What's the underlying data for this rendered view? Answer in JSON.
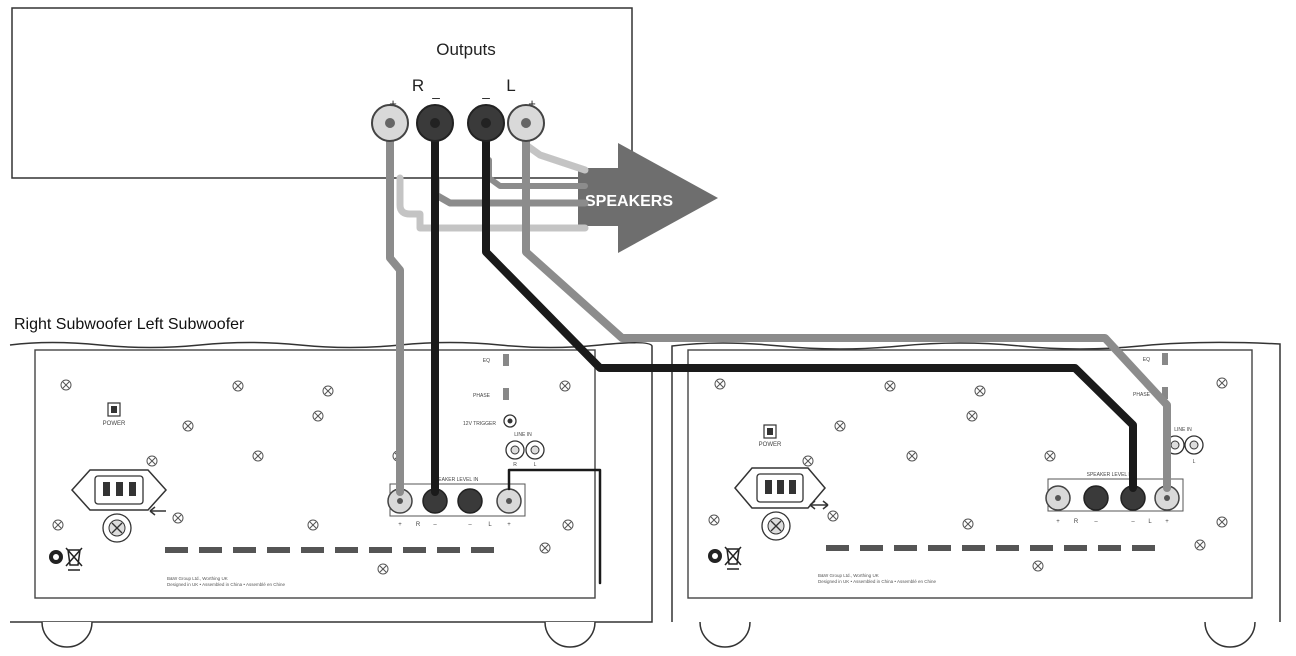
{
  "amplifier": {
    "outputs_label": "Outputs",
    "right_label": "R",
    "left_label": "L",
    "plus": "+",
    "minus": "–"
  },
  "speakers_arrow": {
    "label": "SPEAKERS"
  },
  "subwoofers_heading": "Right Subwoofer Left Subwoofer",
  "subwoofer_panel": {
    "power_label": "POWER",
    "eq_label": "EQ",
    "phase_label": "PHASE",
    "trigger_label": "12V TRIGGER",
    "line_in_label": "LINE IN",
    "speaker_level_in_label": "SPEAKER LEVEL IN",
    "terminal_marks": [
      "+",
      "R",
      "–",
      "–",
      "L",
      "+"
    ],
    "rca_marks": [
      "R",
      "L"
    ],
    "footer_line1": "B&W Group Ltd., Worthing UK",
    "footer_line2": "Designed in UK • Assembled in China • Assemblé en Chine"
  },
  "colors": {
    "line": "#333333",
    "black_cable": "#1a1a1a",
    "grey_cable": "#8c8c8c",
    "light_cable": "#c4c4c4",
    "arrow": "#6e6e6e",
    "terminal_light": "#d9d9d9",
    "terminal_dark": "#3a3a3a"
  }
}
